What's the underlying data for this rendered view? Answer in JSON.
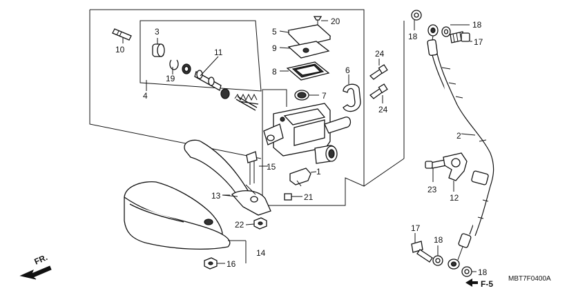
{
  "diagram": {
    "drawing_code": "MBT7F0400A",
    "direction_label": "FR.",
    "ref_label": "F-5",
    "part_labels": {
      "p1": "1",
      "p2": "2",
      "p3": "3",
      "p4": "4",
      "p5": "5",
      "p6": "6",
      "p7": "7",
      "p8": "8",
      "p9": "9",
      "p10": "10",
      "p11": "11",
      "p12": "12",
      "p13": "13",
      "p14": "14",
      "p15": "15",
      "p16": "16",
      "p17a": "17",
      "p17b": "17",
      "p18a": "18",
      "p18b": "18",
      "p18c": "18",
      "p18d": "18",
      "p19": "19",
      "p20": "20",
      "p21": "21",
      "p22": "22",
      "p23": "23",
      "p24a": "24",
      "p24b": "24"
    },
    "icons": [
      "front-arrow-icon",
      "reference-arrow-icon"
    ]
  }
}
